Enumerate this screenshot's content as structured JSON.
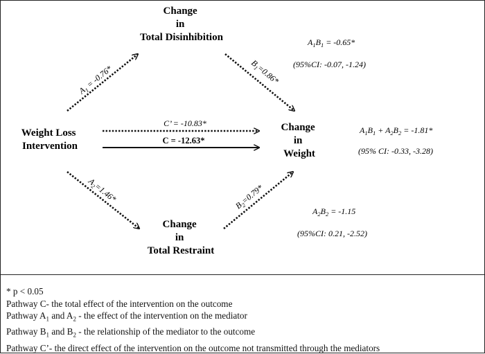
{
  "nodes": {
    "disinhibition": [
      "Change",
      "in",
      "Total Disinhibition"
    ],
    "intervention": [
      "Weight Loss",
      "Intervention"
    ],
    "weight": [
      "Change",
      "in",
      "Weight"
    ],
    "restraint": [
      "Change",
      "in",
      "Total Restraint"
    ]
  },
  "paths": {
    "a1": {
      "sym": "A",
      "sub": "1",
      "rest": " = -0.76*"
    },
    "b1": {
      "sym": "B",
      "sub": "1",
      "rest": "=0.86*"
    },
    "a2": {
      "sym": "A",
      "sub": "2",
      "rest": "=1.46*"
    },
    "b2": {
      "sym": "B",
      "sub": "2",
      "rest": "=0.79*"
    },
    "c_prime": "C’ = -10.83*",
    "c": "C = -12.63*"
  },
  "effects": {
    "a1b1": {
      "A": "A",
      "s1": "1",
      "B": "B",
      "s2": "1",
      "rest": " = -0.65*"
    },
    "a1b1_ci": "(95%CI: -0.07, -1.24)",
    "total": {
      "A1": "A",
      "s1": "1",
      "B1": "B",
      "s2": "1",
      "plus": " + ",
      "A2": "A",
      "s3": "2",
      "B2": "B",
      "s4": "2",
      "rest": " = -1.81*"
    },
    "total_ci": "(95% CI: -0.33, -3.28)",
    "a2b2": {
      "A": "A",
      "s1": "2",
      "B": "B",
      "s2": "2",
      "rest": " = -1.15"
    },
    "a2b2_ci": "(95%CI: 0.21, -2.52)"
  },
  "legend": {
    "sig": "* p < 0.05",
    "c": "Pathway C- the total effect of the intervention on the outcome",
    "a": {
      "pre": "Pathway A",
      "s1": "1",
      "mid": " and A",
      "s2": "2",
      "post": " - the effect of the intervention on the mediator"
    },
    "b": {
      "pre": "Pathway B",
      "s1": "1",
      "mid": " and B",
      "s2": "2",
      "post": " - the relationship of the mediator to the outcome"
    },
    "cp": "Pathway C’- the direct effect of the intervention on the outcome not transmitted through the mediators"
  }
}
